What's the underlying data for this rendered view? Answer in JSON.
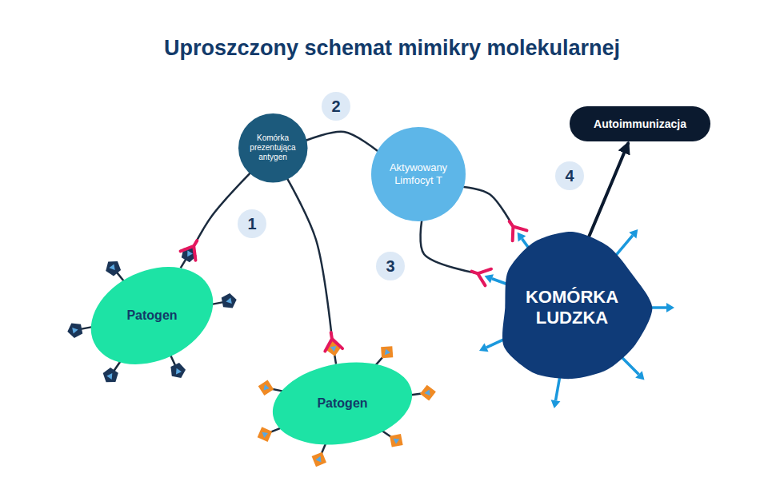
{
  "diagram": {
    "title": "Uproszczony schemat mimikry molekularnej",
    "nodes": [
      {
        "text": [
          "Komórka prezentująca antygen"
        ]
      },
      {
        "text": [
          "Aktywowany Limfocyt T"
        ]
      },
      {
        "text": [
          "Patogen"
        ]
      },
      {
        "text": [
          "Patogen"
        ]
      },
      {
        "text": [
          "KOMÓRKA LUDZKA"
        ]
      },
      {
        "text": [
          "Autoimmunizacja"
        ]
      }
    ],
    "edges": [
      {
        "from": 0,
        "to": 2,
        "arrow": "none"
      },
      {
        "from": 0,
        "to": 3,
        "arrow": "none"
      },
      {
        "from": 0,
        "to": 1,
        "arrow": "none"
      },
      {
        "from": 1,
        "to": 4,
        "arrow": "none"
      },
      {
        "from": 1,
        "to": 4,
        "arrow": "none"
      },
      {
        "from": 4,
        "to": 5,
        "arrow": "to"
      }
    ],
    "labels": [
      "1",
      "2",
      "3",
      "4"
    ]
  }
}
